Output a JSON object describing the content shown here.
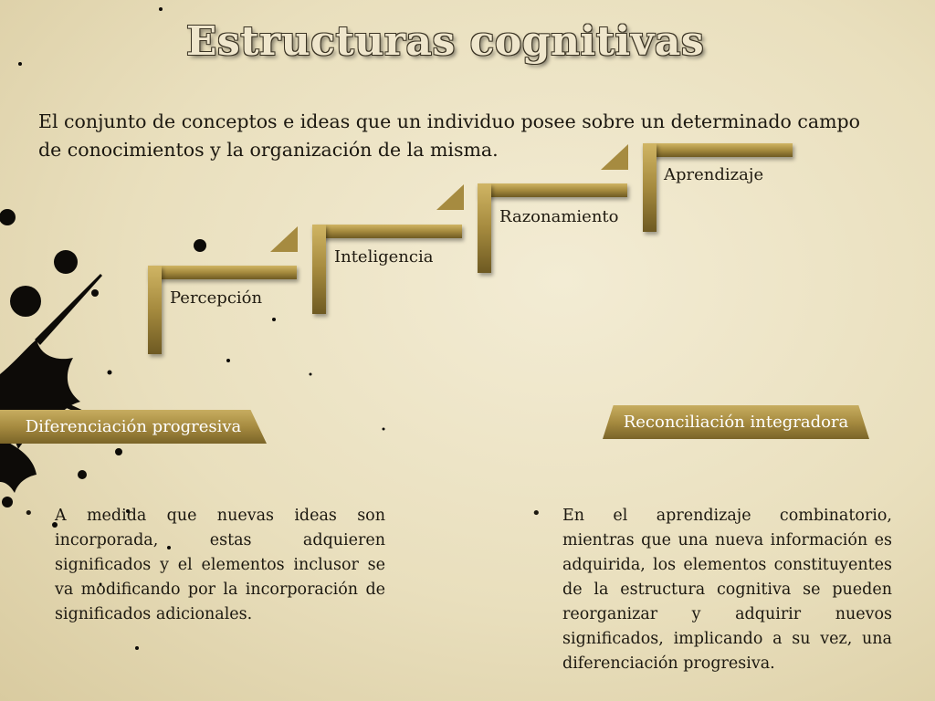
{
  "title": "Estructuras cognitivas",
  "intro": "El conjunto de conceptos e ideas que un individuo posee  sobre un determinado campo de conocimientos  y la organización de la misma.",
  "steps": [
    {
      "label": "Percepción"
    },
    {
      "label": "Inteligencia"
    },
    {
      "label": "Razonamiento"
    },
    {
      "label": "Aprendizaje"
    }
  ],
  "left_section": {
    "heading": "Diferenciación progresiva",
    "bullet": "A medida que nuevas ideas son incorporada, estas adquieren significados y el elementos inclusor se va modificando por la incorporación de significados adicionales."
  },
  "right_section": {
    "heading": "Reconciliación integradora",
    "bullet": "En el aprendizaje combinatorio, mientras que una nueva información es adquirida, los elementos constituyentes de la estructura cognitiva se pueden reorganizar y adquirir nuevos significados, implicando a su vez, una diferenciación progresiva."
  },
  "colors": {
    "background": "#ece3c4",
    "gold": "#a68b40",
    "banner_text": "#ffffff",
    "ink_splatter": "#000000"
  }
}
